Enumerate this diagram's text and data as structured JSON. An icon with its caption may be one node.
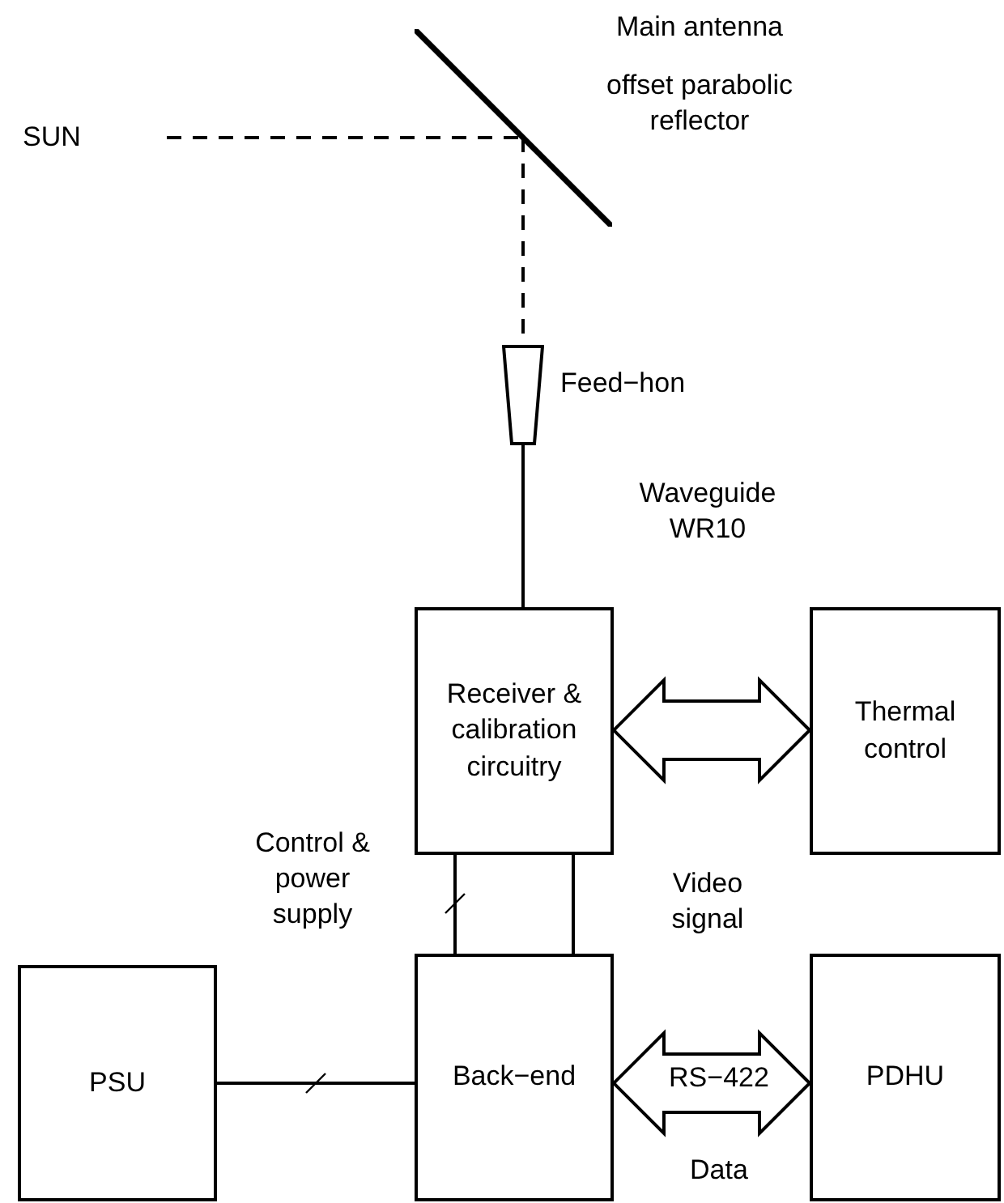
{
  "diagram": {
    "nodes": [
      {
        "text": [
          "SUN"
        ]
      },
      {
        "text": [],
        "shape": "bar",
        "beside": [
          "Main antenna",
          "offset parabolic reflector"
        ]
      },
      {
        "text": [],
        "shape": "horn",
        "beside": [
          "Feed−hon"
        ]
      },
      {
        "text": [
          "Receiver & calibration circuitry"
        ]
      },
      {
        "text": [
          "Thermal control"
        ]
      },
      {
        "text": [
          "PSU"
        ]
      },
      {
        "text": [
          "Back−end"
        ]
      },
      {
        "text": [
          "PDHU"
        ]
      }
    ],
    "edges": [
      {
        "from": 0,
        "to": 1,
        "arrow": "none",
        "style": "dashed"
      },
      {
        "from": 1,
        "to": 2,
        "arrow": "none",
        "style": "dashed"
      },
      {
        "from": 2,
        "to": 3,
        "arrow": "none",
        "label": "Waveguide WR10"
      },
      {
        "from": 3,
        "to": 4,
        "arrow": "both",
        "style": "thick"
      },
      {
        "from": 6,
        "to": 3,
        "arrow": "none",
        "label": "Control & power supply"
      },
      {
        "from": 3,
        "to": 6,
        "arrow": "none",
        "label": "Video signal"
      },
      {
        "from": 5,
        "to": 6,
        "arrow": "none"
      },
      {
        "from": 6,
        "to": 7,
        "arrow": "both",
        "style": "thick",
        "label": "RS−422"
      }
    ],
    "labels": [
      "Data"
    ]
  }
}
